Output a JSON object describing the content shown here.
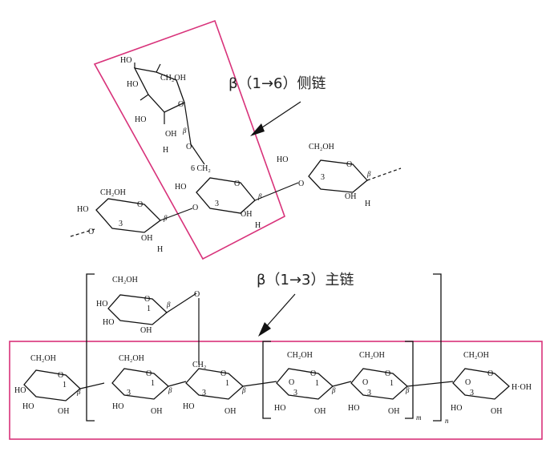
{
  "top_caption": "β（1→6）侧链",
  "bottom_caption": "β（1→3）主链",
  "colors": {
    "highlight_box": "#d8327a",
    "ink": "#111111"
  },
  "atoms": {
    "ch2oh": "CH₂OH",
    "oh": "OH",
    "ho": "HO",
    "o": "O",
    "h": "H",
    "beta": "β",
    "three": "3",
    "one": "1",
    "six_ch2": "6 CH₂",
    "ch2": "CH₂",
    "h_oh": "H·OH",
    "m": "m",
    "n": "n"
  }
}
